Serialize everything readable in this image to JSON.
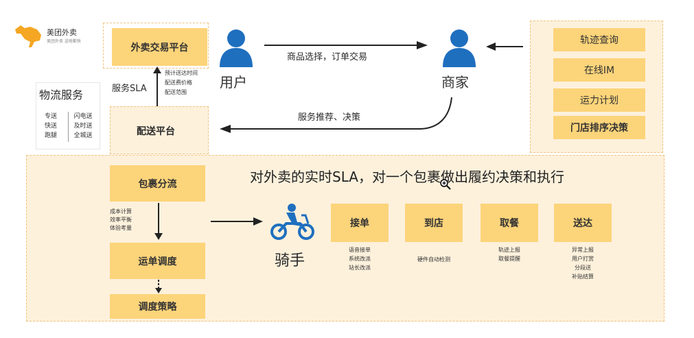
{
  "logo": {
    "name": "美团外卖",
    "tagline": "美团外卖 送啥都快"
  },
  "platform_top": {
    "label": "外卖交易平台"
  },
  "platform_delivery": {
    "label": "配送平台"
  },
  "logistics": {
    "title": "物流服务",
    "col1": [
      "专送",
      "快送",
      "跑腿"
    ],
    "col2": [
      "闪电送",
      "及时送",
      "全城送"
    ]
  },
  "sla": {
    "label": "服务SLA",
    "items": [
      "预计送达时间",
      "配送费价格",
      "配送范围"
    ]
  },
  "user": {
    "label": "用户"
  },
  "merchant": {
    "label": "商家"
  },
  "arrow_top": {
    "label": "商品选择，订单交易"
  },
  "arrow_bottom": {
    "label": "服务推荐、决策"
  },
  "right_panel": {
    "items": [
      "轨迹查询",
      "在线IM",
      "运力计划",
      "门店排序决策"
    ]
  },
  "headline": "对外卖的实时SLA，对一个包裹做出履约决策和执行",
  "left_flow": {
    "box1": "包裹分流",
    "notes": [
      "成本计算",
      "效率平衡",
      "体验考量"
    ],
    "box2": "运单调度",
    "box3": "调度策略"
  },
  "rider": {
    "label": "骑手"
  },
  "steps": [
    {
      "label": "接单",
      "notes": [
        "语音接单",
        "系统改派",
        "站长改派"
      ]
    },
    {
      "label": "到店",
      "notes": [
        "硬件自动检测"
      ]
    },
    {
      "label": "取餐",
      "notes": [
        "轨迹上报",
        "取餐提醒"
      ]
    },
    {
      "label": "送达",
      "notes": [
        "异常上报",
        "用户打赏",
        "分段送",
        "补贴结算"
      ]
    }
  ],
  "colors": {
    "box": "#fcd47a",
    "panel": "#fdf1dc",
    "person": "#1f6fbf",
    "accent": "#f5a623"
  }
}
